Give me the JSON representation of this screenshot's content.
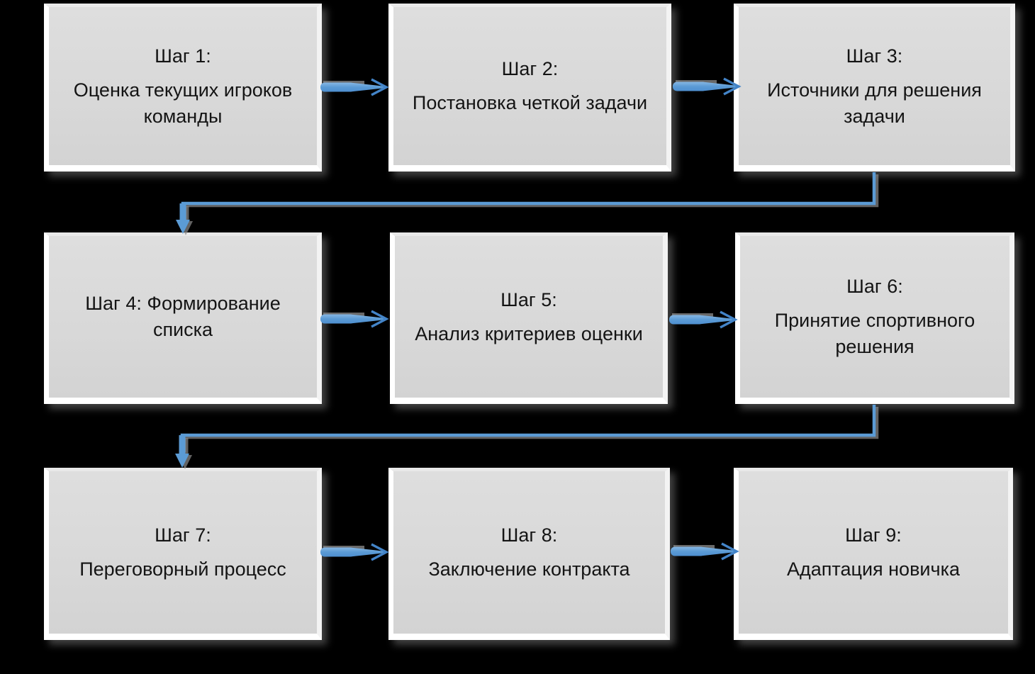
{
  "diagram": {
    "type": "flowchart",
    "language": "ru",
    "colors": {
      "background": "#000000",
      "box_fill": "#d8d8d8",
      "box_bevel": "#ffffff",
      "text": "#141414",
      "arrow": "#5b9bd5",
      "arrow_shadow": "#8c8c8c"
    },
    "steps": [
      {
        "title": "Шаг 1:",
        "text": "Оценка текущих игроков команды"
      },
      {
        "title": "Шаг 2:",
        "text": "Постановка четкой задачи"
      },
      {
        "title": "Шаг 3:",
        "text": "Источники для решения задачи"
      },
      {
        "title": "",
        "text": "Шаг 4: Формирование списка"
      },
      {
        "title": "Шаг 5:",
        "text": "Анализ критериев оценки"
      },
      {
        "title": "Шаг 6:",
        "text": "Принятие спортивного решения"
      },
      {
        "title": "Шаг 7:",
        "text": "Переговорный процесс"
      },
      {
        "title": "Шаг 8:",
        "text": "Заключение контракта"
      },
      {
        "title": "Шаг 9:",
        "text": "Адаптация  новичка"
      }
    ],
    "connections": [
      {
        "from": 1,
        "to": 2
      },
      {
        "from": 2,
        "to": 3
      },
      {
        "from": 3,
        "to": 4
      },
      {
        "from": 4,
        "to": 5
      },
      {
        "from": 5,
        "to": 6
      },
      {
        "from": 6,
        "to": 7
      },
      {
        "from": 7,
        "to": 8
      },
      {
        "from": 8,
        "to": 9
      }
    ]
  }
}
